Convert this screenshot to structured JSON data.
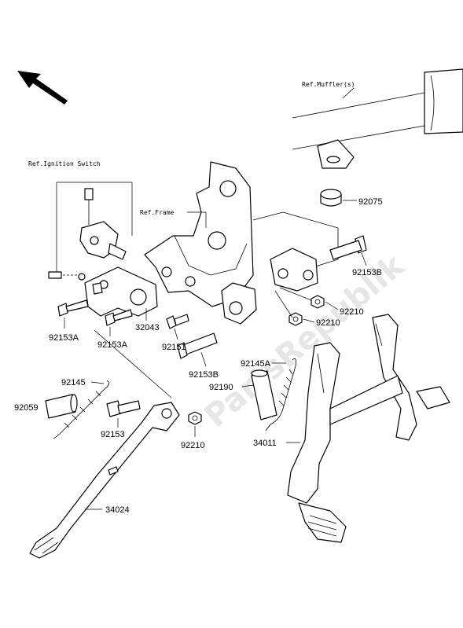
{
  "refs": {
    "muffler": "Ref.Muffler(s)",
    "ignition": "Ref.Ignition Switch",
    "frame": "Ref.Frame"
  },
  "watermark": "PartsRepublik",
  "parts": {
    "p92075": "92075",
    "p92153B_top": "92153B",
    "p92210_a": "92210",
    "p92210_b": "92210",
    "p32043": "32043",
    "p92153A_a": "92153A",
    "p92153A_b": "92153A",
    "p92151": "92151",
    "p92153B_low": "92153B",
    "p92145A": "92145A",
    "p92190": "92190",
    "p92145": "92145",
    "p92059": "92059",
    "p92153": "92153",
    "p92210_c": "92210",
    "p34011": "34011",
    "p34024": "34024"
  }
}
